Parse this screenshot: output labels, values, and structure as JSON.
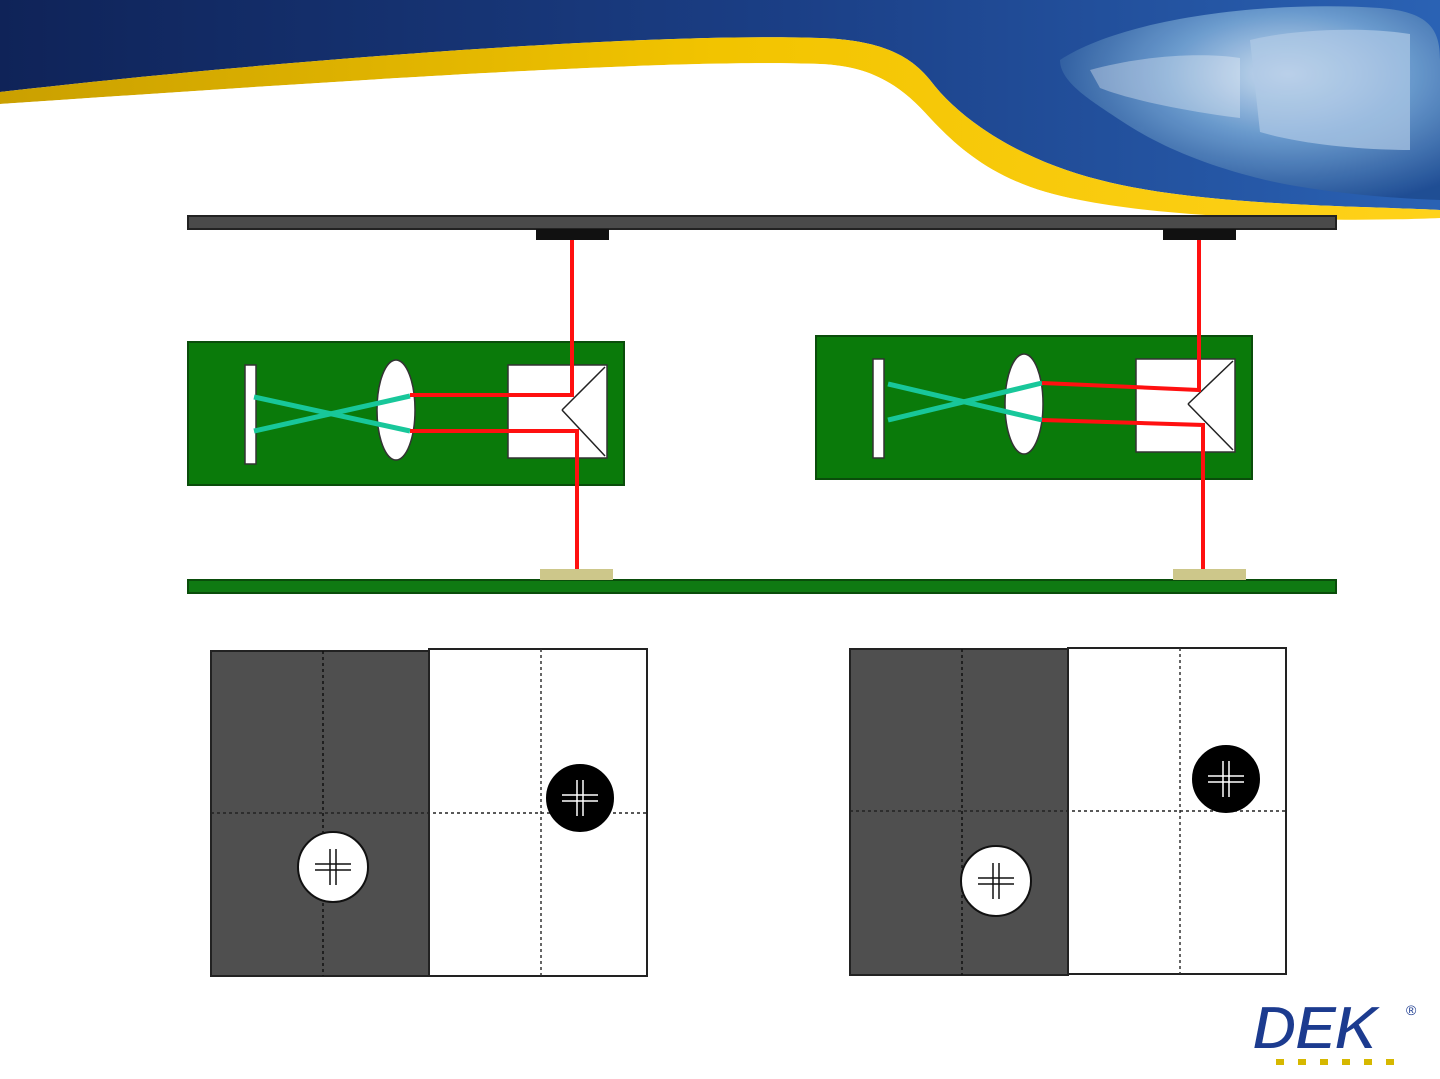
{
  "slide": {
    "background": "#ffffff",
    "banner": {
      "navy": "#16306b",
      "blue": "#1e4f9c",
      "gold": "#f2c400",
      "gold_dark": "#c79a00"
    }
  },
  "diagram": {
    "colors": {
      "stencil": "#4a4a4a",
      "stencil_edge": "#222222",
      "pad_on_stencil": "#111111",
      "board": "#0f7a12",
      "board_edge": "#0a4d0b",
      "pad_on_board": "#cdc78a",
      "camera_body": "#0a7a0a",
      "beam": "#ff1010",
      "crossed_beam": "#18c79a",
      "prism": "#ffffff",
      "lens": "#ffffff",
      "sensor": "#ffffff"
    },
    "camera_units": [
      {
        "name": "left-camera",
        "aligned": false
      },
      {
        "name": "right-camera",
        "aligned": false
      }
    ],
    "view_panels": [
      {
        "name": "left-view",
        "stencil_shade": "#4f4f4f",
        "board_shade": "#ffffff"
      },
      {
        "name": "right-view",
        "stencil_shade": "#4f4f4f",
        "board_shade": "#ffffff"
      }
    ]
  },
  "logo": {
    "text": "DEK",
    "registered": "®",
    "colors": {
      "fill": "#1c3b8f",
      "stroke": "#ffffff",
      "sub": "#d6b800"
    }
  }
}
